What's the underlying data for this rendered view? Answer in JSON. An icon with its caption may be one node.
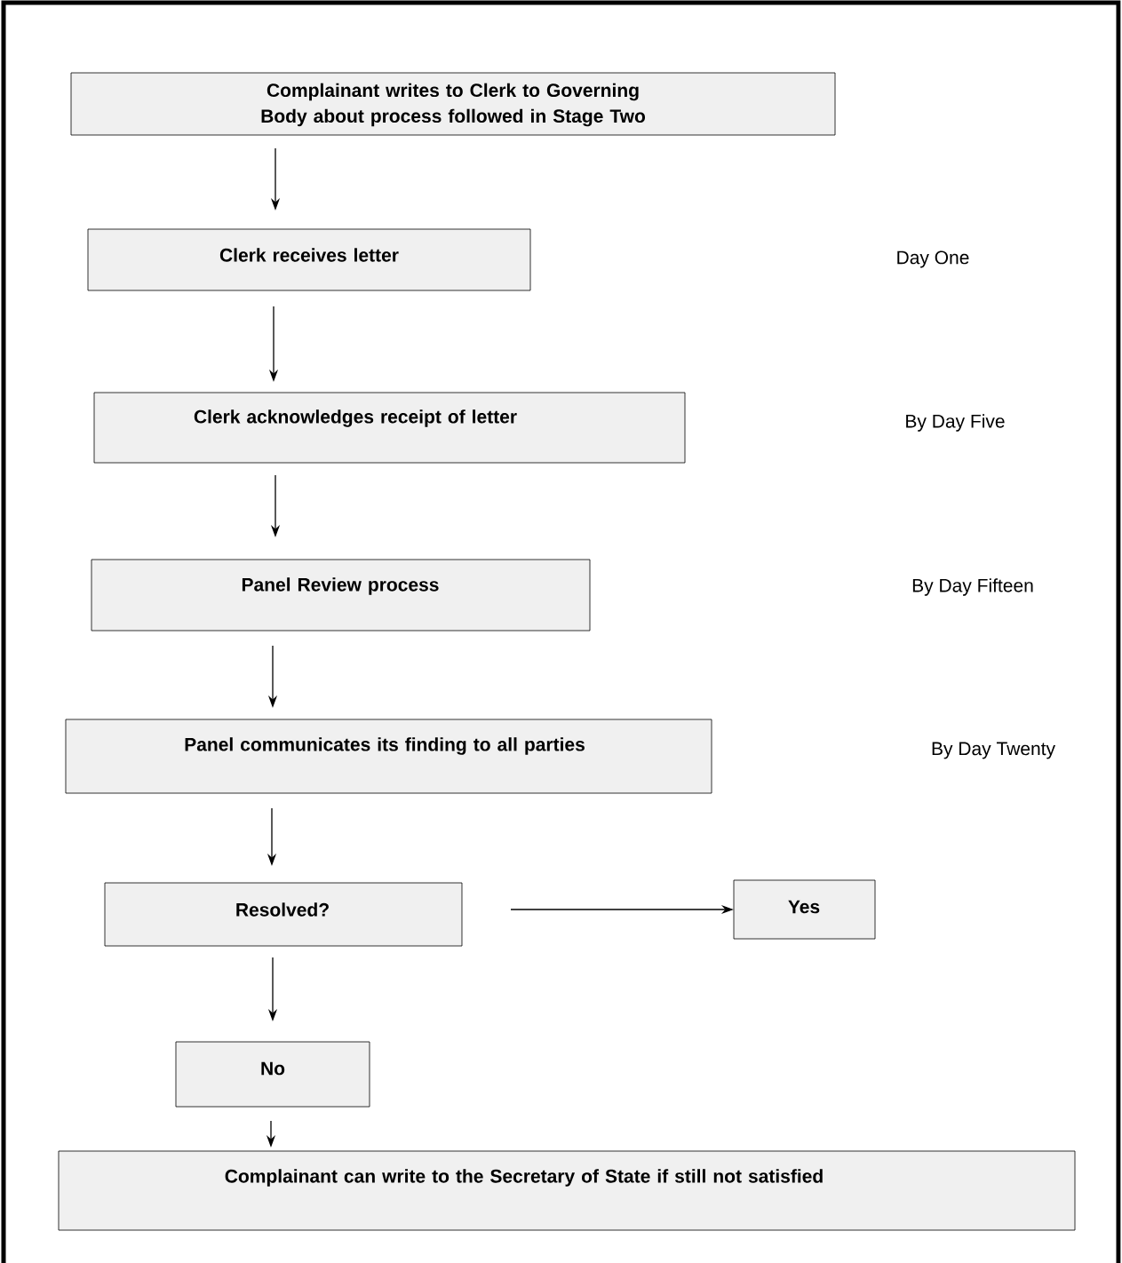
{
  "diagram": {
    "nodes": [
      {
        "text": [
          "Complainant writes to Clerk to Governing Body about process followed in Stage Two"
        ]
      },
      {
        "text": [
          "Clerk receives letter"
        ]
      },
      {
        "text": [
          "Clerk acknowledges receipt of letter"
        ]
      },
      {
        "text": [
          "Panel Review process"
        ]
      },
      {
        "text": [
          "Panel communicates its finding to all parties"
        ]
      },
      {
        "text": [
          "Resolved?"
        ]
      },
      {
        "text": [
          "Yes"
        ]
      },
      {
        "text": [
          "No"
        ]
      },
      {
        "text": [
          "Complainant can write to the Secretary of State if still not satisfied"
        ]
      }
    ],
    "edges": [
      {
        "from": 0,
        "to": 1,
        "arrow": "to"
      },
      {
        "from": 1,
        "to": 2,
        "arrow": "to"
      },
      {
        "from": 2,
        "to": 3,
        "arrow": "to"
      },
      {
        "from": 3,
        "to": 4,
        "arrow": "to"
      },
      {
        "from": 4,
        "to": 5,
        "arrow": "to"
      },
      {
        "from": 5,
        "to": 6,
        "arrow": "to"
      },
      {
        "from": 5,
        "to": 7,
        "arrow": "to"
      },
      {
        "from": 7,
        "to": 8,
        "arrow": "to"
      }
    ],
    "labels": [
      "Day One",
      "By Day Five",
      "By Day Fifteen",
      "By Day Twenty"
    ]
  }
}
